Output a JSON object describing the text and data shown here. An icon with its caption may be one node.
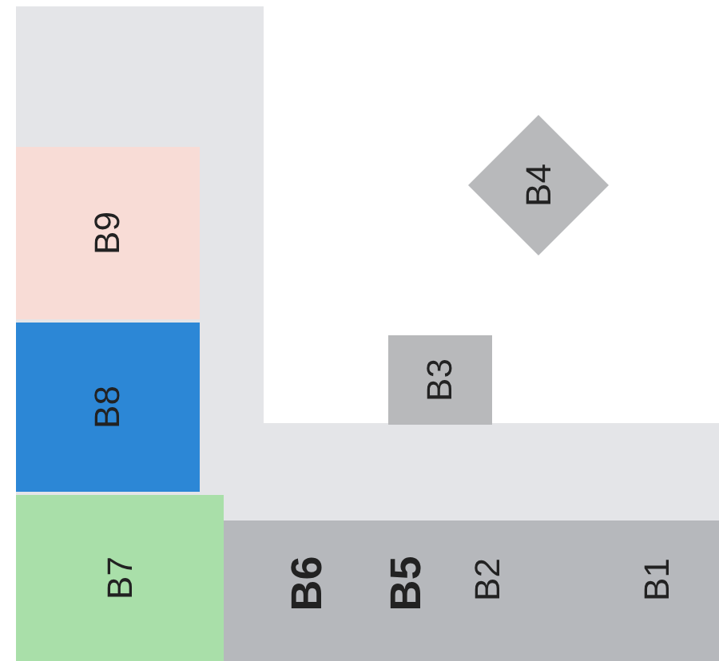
{
  "diagram": {
    "nodes": [
      {
        "text": [
          "B9"
        ]
      },
      {
        "text": [
          "B8"
        ]
      },
      {
        "text": [
          "B7"
        ]
      },
      {
        "text": [
          "B6",
          "B5",
          "B2",
          "B1"
        ]
      },
      {
        "text": [
          "B3"
        ]
      },
      {
        "text": [
          "B4"
        ]
      }
    ]
  }
}
